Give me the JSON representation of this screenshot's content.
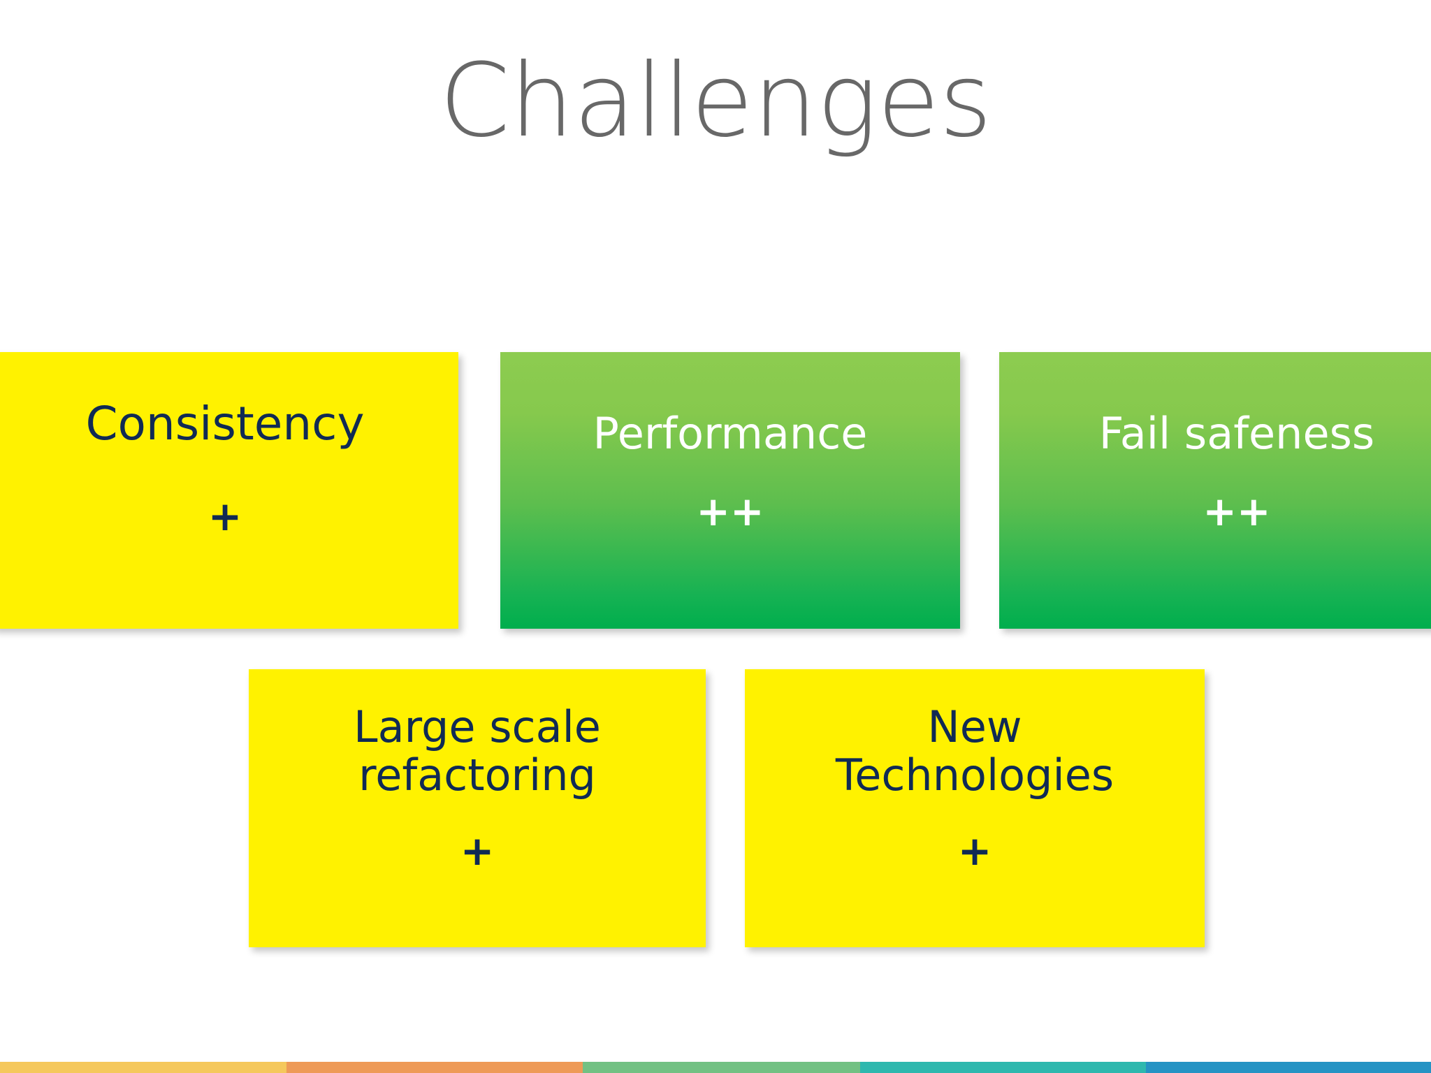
{
  "slide": {
    "title": "Challenges",
    "title_color": "#686868",
    "background_color": "#ffffff"
  },
  "cards": [
    {
      "name": "consistency",
      "label": "Consistency",
      "rating": "+",
      "style": "yellow",
      "fill_color": "#FFF200",
      "text_color": "#102A54"
    },
    {
      "name": "performance",
      "label": "Performance",
      "rating": "++",
      "style": "green",
      "fill_color_top": "#8DCC50",
      "fill_color_bottom": "#00AE4D",
      "text_color": "#FFFFFF"
    },
    {
      "name": "fail-safeness",
      "label": "Fail safeness",
      "rating": "++",
      "style": "green",
      "fill_color_top": "#8DCC50",
      "fill_color_bottom": "#00AE4D",
      "text_color": "#FFFFFF"
    },
    {
      "name": "large-scale-refactoring",
      "label": "Large scale\nrefactoring",
      "rating": "+",
      "style": "yellow",
      "fill_color": "#FFF200",
      "text_color": "#102A54"
    },
    {
      "name": "new-technologies",
      "label": "New\nTechnologies",
      "rating": "+",
      "style": "yellow",
      "fill_color": "#FFF200",
      "text_color": "#102A54"
    }
  ],
  "footer_bar": {
    "segments": [
      {
        "name": "gold",
        "color": "#F5C85C",
        "width_pct": 20.0
      },
      {
        "name": "orange",
        "color": "#EE9A57",
        "width_pct": 20.7
      },
      {
        "name": "green",
        "color": "#72C183",
        "width_pct": 19.4
      },
      {
        "name": "teal",
        "color": "#2EB8AE",
        "width_pct": 20.0
      },
      {
        "name": "blue",
        "color": "#2593C4",
        "width_pct": 19.9
      }
    ]
  }
}
